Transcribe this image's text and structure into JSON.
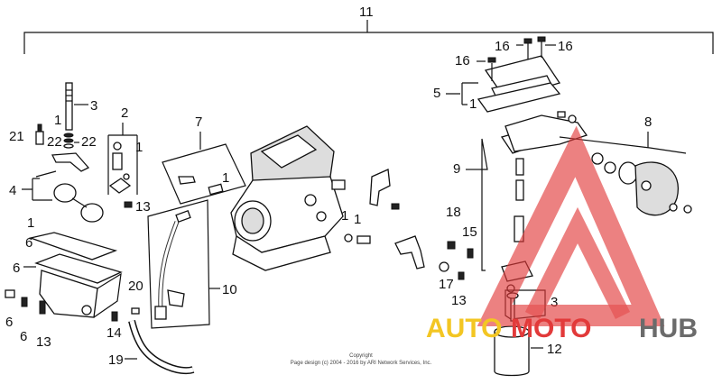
{
  "labels": {
    "l11": "11",
    "l16a": "16",
    "l16b": "16",
    "l16c": "16",
    "l5": "5",
    "l1_5": "1",
    "l3_top": "3",
    "l1_top": "1",
    "l21": "21",
    "l22a": "22",
    "l22b": "22",
    "l2": "2",
    "l1_2": "1",
    "l7": "7",
    "l1_7": "1",
    "l4": "4",
    "l13_a": "13",
    "l1_bowl": "1",
    "l6a": "6",
    "l6b": "6",
    "l6c": "6",
    "l6d": "6",
    "l13_b": "13",
    "l10": "10",
    "l20": "20",
    "l14": "14",
    "l19": "19",
    "l1_mid_a": "1",
    "l1_mid_b": "1",
    "l8": "8",
    "l9": "9",
    "l18": "18",
    "l15": "15",
    "l17": "17",
    "l13_c": "13",
    "l3_bot": "3",
    "l12": "12"
  },
  "copyright": {
    "line1": "Copyright",
    "line2": "Page design (c) 2004 - 2016 by ARI Network Services, Inc."
  },
  "watermark": {
    "part1": "AUTO",
    "part2": "MOTO",
    "part3": "HUB",
    "color_yellow": "#f3c623",
    "color_red": "#e23a3a",
    "color_gray": "#6b6b6b"
  }
}
